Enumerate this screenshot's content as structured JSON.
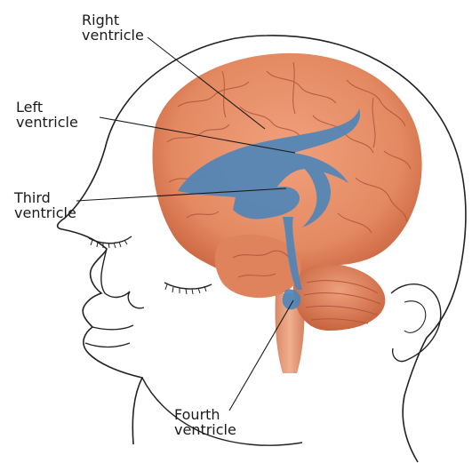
{
  "labels": {
    "right_ventricle": {
      "line1": "Right",
      "line2": "ventricle"
    },
    "left_ventricle": {
      "line1": "Left",
      "line2": "ventricle"
    },
    "third_ventricle": {
      "line1": "Third",
      "line2": "ventricle"
    },
    "fourth_ventricle": {
      "line1": "Fourth",
      "line2": "ventricle"
    }
  },
  "colors": {
    "brain": "#e48a62",
    "brain_shadow": "#c9643f",
    "ventricle": "#4f86b8",
    "outline": "#222222"
  }
}
